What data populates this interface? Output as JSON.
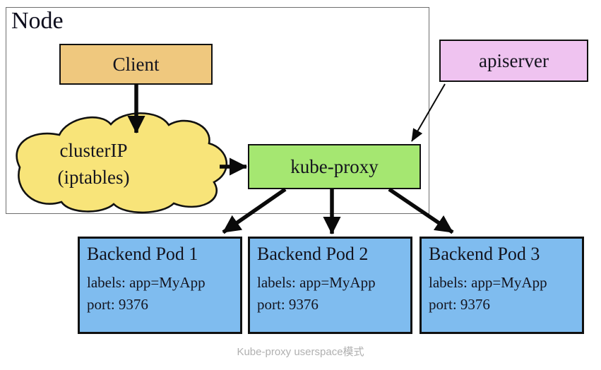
{
  "diagram": {
    "node_label": "Node",
    "client_label": "Client",
    "cluster_ip": {
      "line1": "clusterIP",
      "line2": "(iptables)"
    },
    "kube_proxy_label": "kube-proxy",
    "apiserver_label": "apiserver",
    "pods": [
      {
        "title": "Backend Pod 1",
        "labels": "labels: app=MyApp",
        "port": "port: 9376"
      },
      {
        "title": "Backend Pod 2",
        "labels": "labels: app=MyApp",
        "port": "port: 9376"
      },
      {
        "title": "Backend Pod 3",
        "labels": "labels: app=MyApp",
        "port": "port: 9376"
      }
    ],
    "caption": "Kube-proxy userspace模式",
    "colors": {
      "client_fill": "#efc87e",
      "cloud_fill": "#f8e479",
      "kube_proxy_fill": "#a5e771",
      "apiserver_fill": "#efc3f0",
      "pod_fill": "#7fbcef",
      "border": "#111111",
      "caption_text": "#b0b0b0"
    }
  }
}
